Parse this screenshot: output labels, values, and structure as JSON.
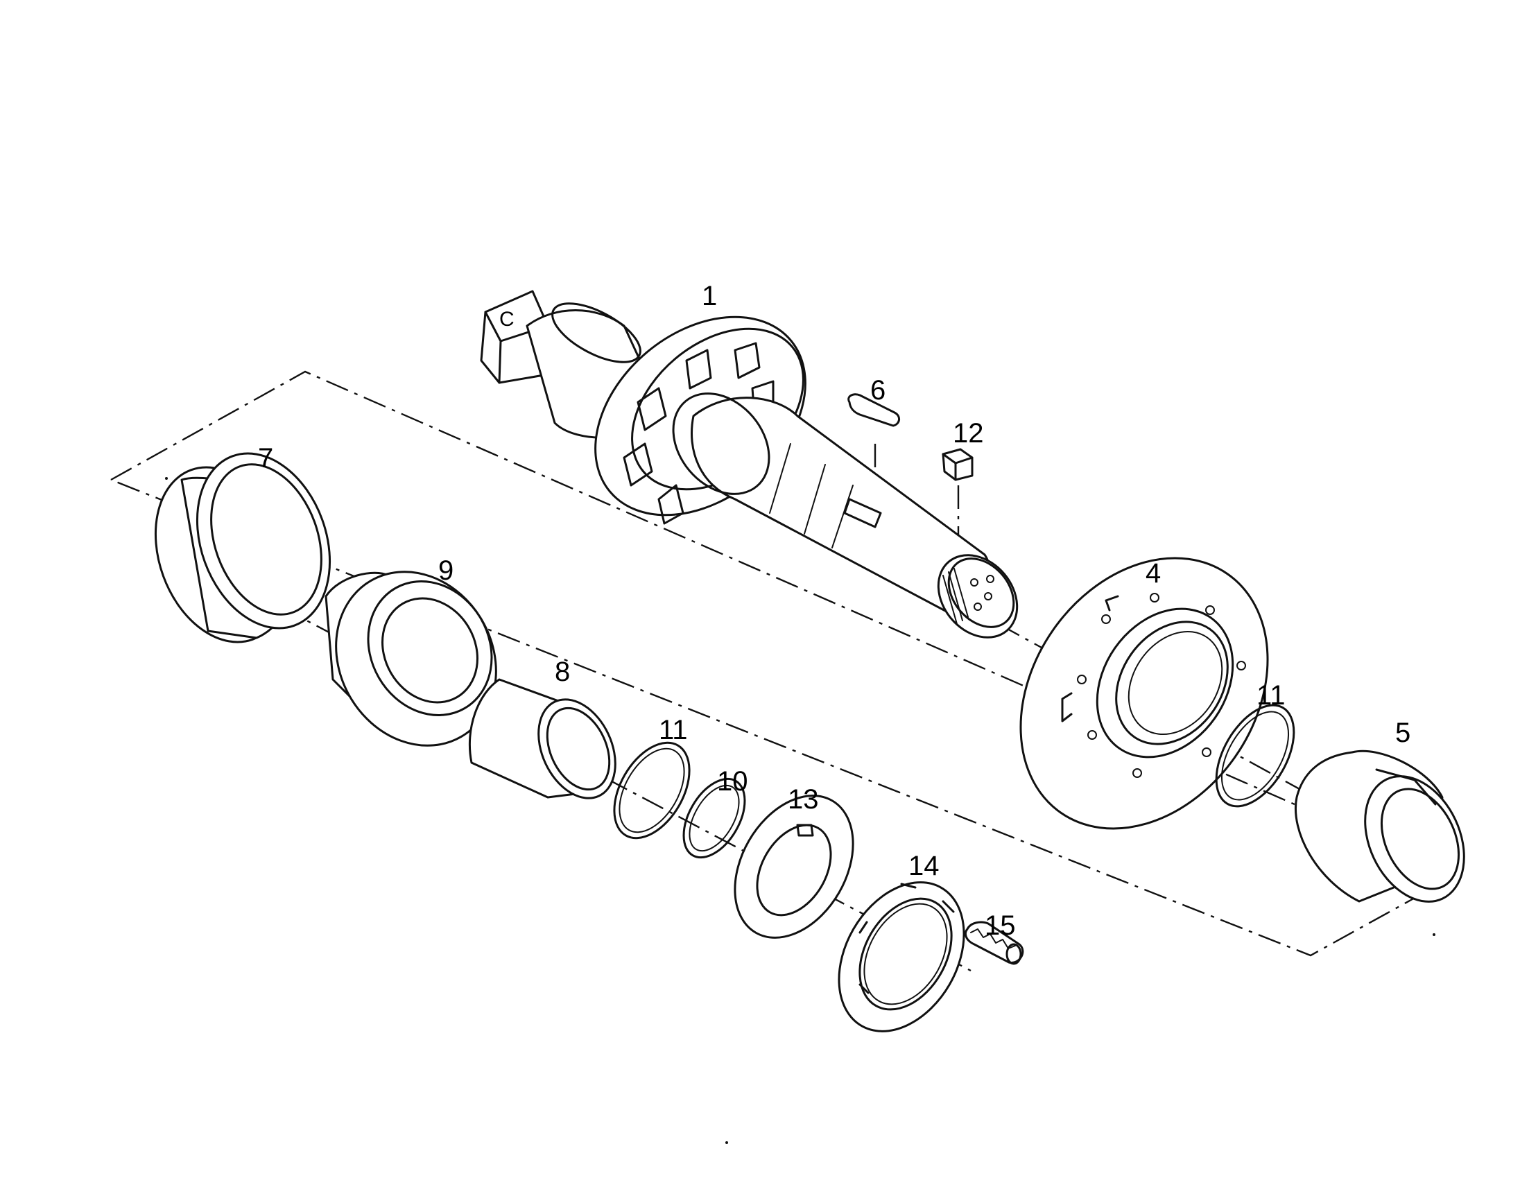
{
  "callouts": {
    "c1": "1",
    "c4": "4",
    "c5": "5",
    "c6": "6",
    "c7": "7",
    "c8": "8",
    "c9": "9",
    "c10": "10",
    "c11a": "11",
    "c11b": "11",
    "c12": "12",
    "c13": "13",
    "c14": "14",
    "c15": "15"
  },
  "shaft_mark": "C"
}
